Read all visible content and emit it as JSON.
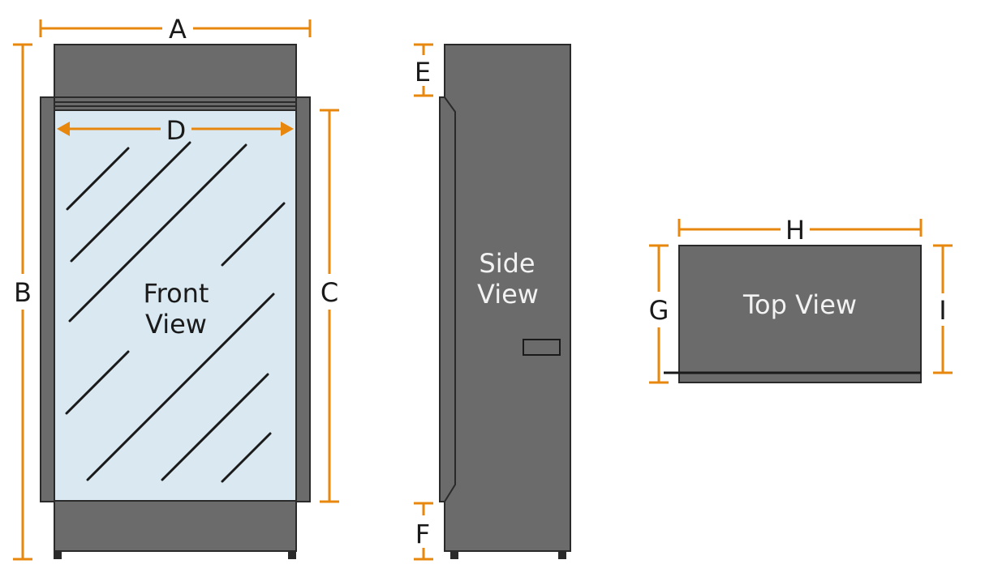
{
  "colors": {
    "cabinet": "#6b6b6b",
    "cabinet_outline": "#2a2a2a",
    "glass": "#d9e8f1",
    "dimension": "#e8870d",
    "label_dark": "#1a1a1a",
    "label_light": "#f2f2f2"
  },
  "dimensions": {
    "A": "A",
    "B": "B",
    "C": "C",
    "D": "D",
    "E": "E",
    "F": "F",
    "G": "G",
    "H": "H",
    "I": "I"
  },
  "views": {
    "front": {
      "line1": "Front",
      "line2": "View"
    },
    "side": {
      "line1": "Side",
      "line2": "View"
    },
    "top": {
      "label": "Top View"
    }
  }
}
